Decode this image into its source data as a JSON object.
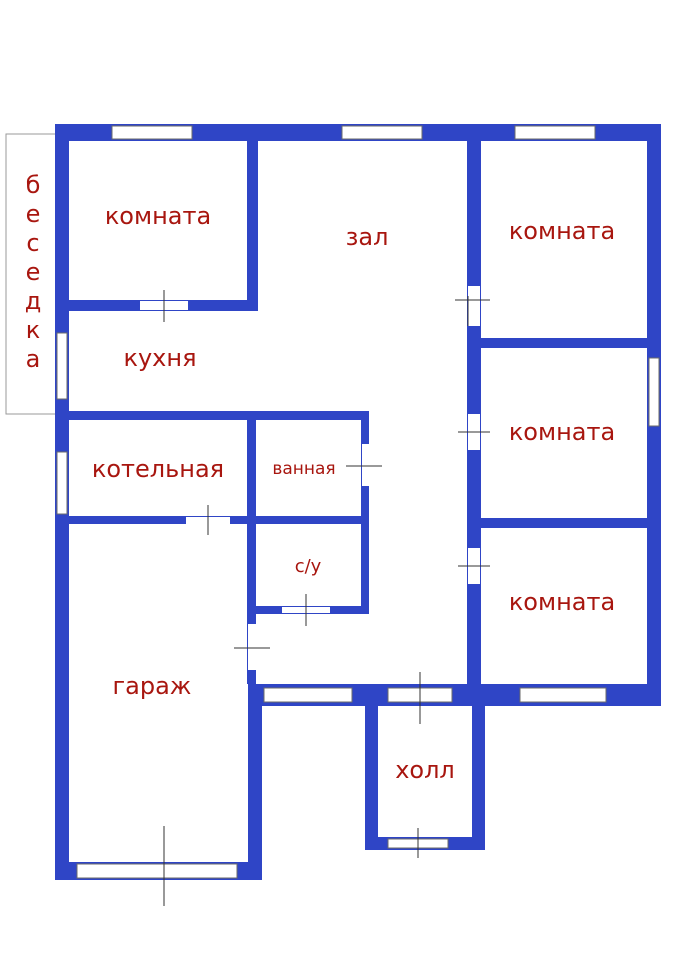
{
  "rooms": {
    "komnata_nw": "комната",
    "zal": "зал",
    "komnata_ne": "комната",
    "kukhnya": "кухня",
    "komnata_e": "комната",
    "kotelnaya": "котельная",
    "vannaya": "ванная",
    "su": "с/у",
    "komnata_se": "комната",
    "garazh": "гараж",
    "holl": "холл"
  },
  "besedka_letters": [
    "б",
    "е",
    "с",
    "е",
    "д",
    "к",
    "а"
  ],
  "colors": {
    "wall": "#2f45c6",
    "label": "#a8160f"
  }
}
